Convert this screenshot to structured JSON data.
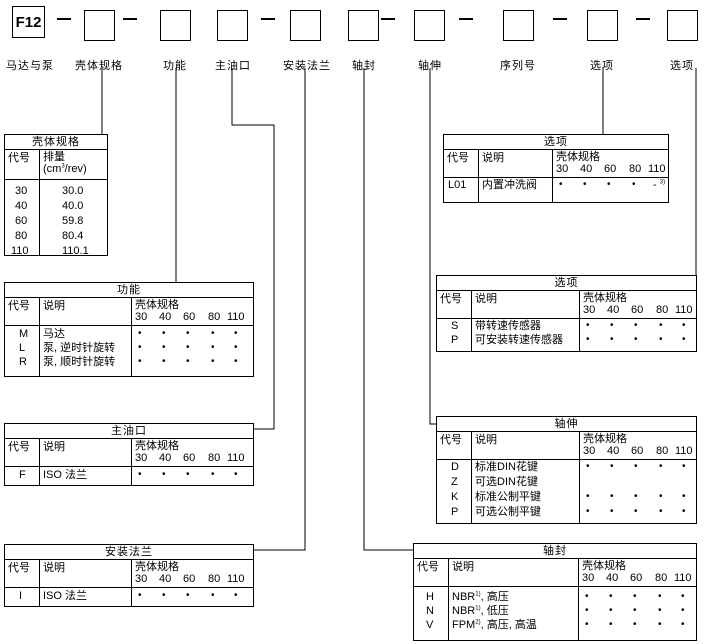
{
  "header": {
    "code": "F12",
    "labels": [
      "马达与泵",
      "壳体规格",
      "功能",
      "主油口",
      "安装法兰",
      "轴封",
      "轴伸",
      "序列号",
      "选项",
      "选项"
    ]
  },
  "common": {
    "code": "代号",
    "desc": "说明",
    "size": "壳体规格",
    "sizes": [
      "30",
      "40",
      "60",
      "80",
      "110"
    ]
  },
  "housing": {
    "title": "壳体规格",
    "col_code": "代号",
    "col_disp": "排量",
    "col_unit_a": "(cm",
    "col_unit_sup": "3",
    "col_unit_b": "/rev)",
    "rows": [
      {
        "code": "30",
        "value": "30.0"
      },
      {
        "code": "40",
        "value": "40.0"
      },
      {
        "code": "60",
        "value": "59.8"
      },
      {
        "code": "80",
        "value": "80.4"
      },
      {
        "code": "110",
        "value": "110.1"
      }
    ]
  },
  "function": {
    "title": "功能",
    "rows": [
      {
        "code": "M",
        "desc": "马达",
        "dots": [
          1,
          1,
          1,
          1,
          1
        ]
      },
      {
        "code": "L",
        "desc": "泵, 逆时针旋转",
        "dots": [
          1,
          1,
          1,
          1,
          1
        ]
      },
      {
        "code": "R",
        "desc": "泵, 顺时针旋转",
        "dots": [
          1,
          1,
          1,
          1,
          1
        ]
      }
    ]
  },
  "port": {
    "title": "主油口",
    "rows": [
      {
        "code": "F",
        "desc": "ISO 法兰",
        "dots": [
          1,
          1,
          1,
          1,
          1
        ]
      }
    ]
  },
  "flange": {
    "title": "安装法兰",
    "rows": [
      {
        "code": "I",
        "desc": "ISO 法兰",
        "dots": [
          1,
          1,
          1,
          1,
          1
        ]
      }
    ]
  },
  "option1": {
    "title": "选项",
    "rows": [
      {
        "code": "L01",
        "desc": "内置冲洗阀",
        "dots": [
          1,
          1,
          1,
          1,
          0
        ],
        "last": "- ",
        "last_note": "3)"
      }
    ]
  },
  "option2": {
    "title": "选项",
    "rows": [
      {
        "code": "S",
        "desc": "带转速传感器",
        "dots": [
          1,
          1,
          1,
          1,
          1
        ]
      },
      {
        "code": "P",
        "desc": "可安装转速传感器",
        "dots": [
          1,
          1,
          1,
          1,
          1
        ]
      }
    ]
  },
  "shaft": {
    "title": "轴伸",
    "rows": [
      {
        "code": "D",
        "desc": "标准DIN花键",
        "dots": [
          1,
          1,
          1,
          1,
          1
        ]
      },
      {
        "code": "Z",
        "desc": "可选DIN花键",
        "dots": [
          0,
          0,
          0,
          0,
          0
        ]
      },
      {
        "code": "K",
        "desc": "标准公制平键",
        "dots": [
          1,
          1,
          1,
          1,
          1
        ]
      },
      {
        "code": "P",
        "desc": "可选公制平键",
        "dots": [
          1,
          1,
          1,
          1,
          1
        ]
      }
    ]
  },
  "seal": {
    "title": "轴封",
    "rows": [
      {
        "code": "H",
        "desc": "NBR",
        "note": "1)",
        "desc2": ", 高压",
        "dots": [
          1,
          1,
          1,
          1,
          1
        ]
      },
      {
        "code": "N",
        "desc": "NBR",
        "note": "1)",
        "desc2": ", 低压",
        "dots": [
          1,
          1,
          1,
          1,
          1
        ]
      },
      {
        "code": "V",
        "desc": "FPM",
        "note": "2)",
        "desc2": ", 高压, 高温",
        "dots": [
          1,
          1,
          1,
          1,
          1
        ]
      }
    ]
  }
}
